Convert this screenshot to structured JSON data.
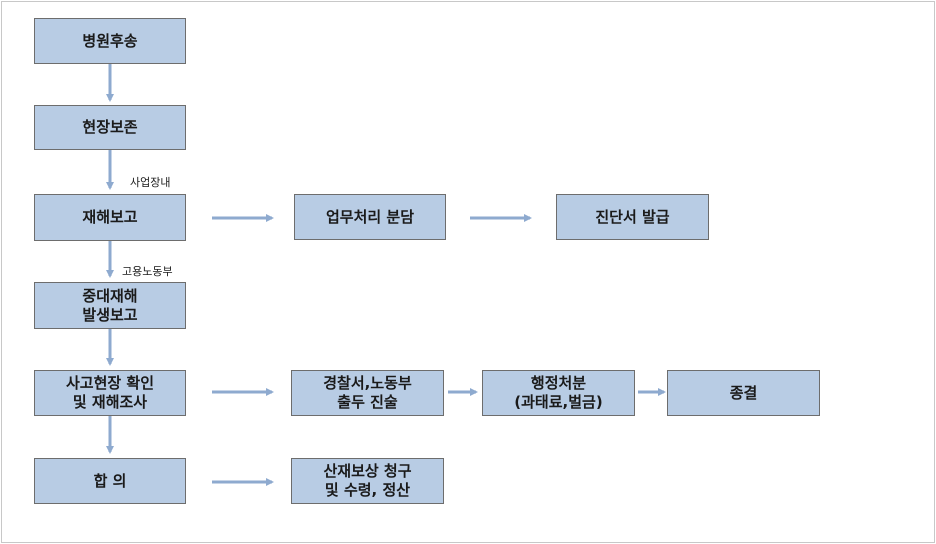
{
  "diagram": {
    "nodes": {
      "hospital": "병원후송",
      "preserve": "현장보존",
      "report": "재해보고",
      "handling": "업무처리 분담",
      "diagnosis": "진단서 발급",
      "serious": "중대재해\n발생보고",
      "investigate": "사고현장 확인\n및 재해조사",
      "police": "경찰서,노동부\n출두 진술",
      "penalty": "행정처분\n(과태료,벌금)",
      "close": "종결",
      "agree": "합 의",
      "claim": "산재보상 청구\n및 수령, 정산"
    },
    "annotations": {
      "to_site": "사업장내",
      "to_ministry": "고용노동부"
    }
  },
  "colors": {
    "box_fill": "#b8cce4",
    "box_border": "#6d6d6d",
    "arrow": "#8eaacf"
  }
}
